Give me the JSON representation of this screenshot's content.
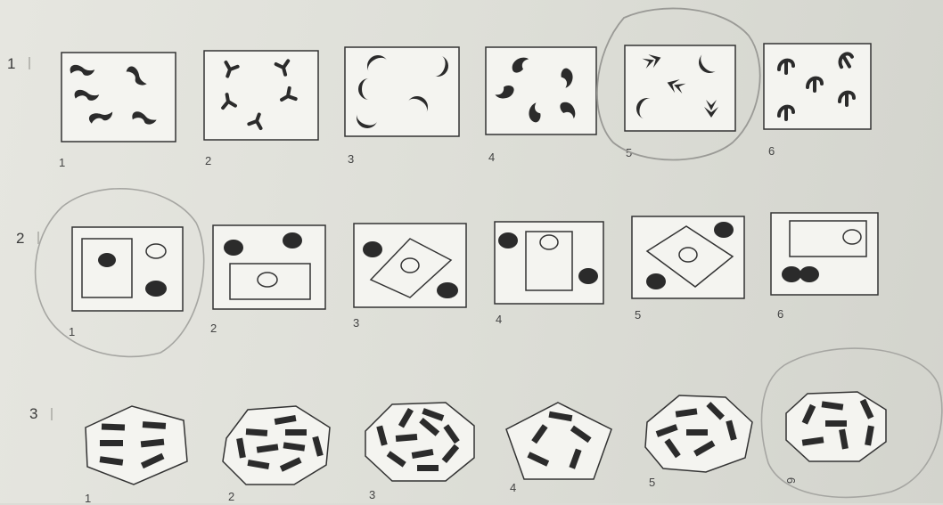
{
  "rows": [
    {
      "number": "1",
      "labels": [
        "1",
        "2",
        "3",
        "4",
        "5",
        "6"
      ]
    },
    {
      "number": "2",
      "labels": [
        "1",
        "2",
        "3",
        "4",
        "5",
        "6"
      ]
    },
    {
      "number": "3",
      "labels": [
        "1",
        "2",
        "3",
        "4",
        "5",
        "6"
      ]
    }
  ],
  "circled": {
    "row1": "5",
    "row2": "1",
    "row3": "6"
  }
}
